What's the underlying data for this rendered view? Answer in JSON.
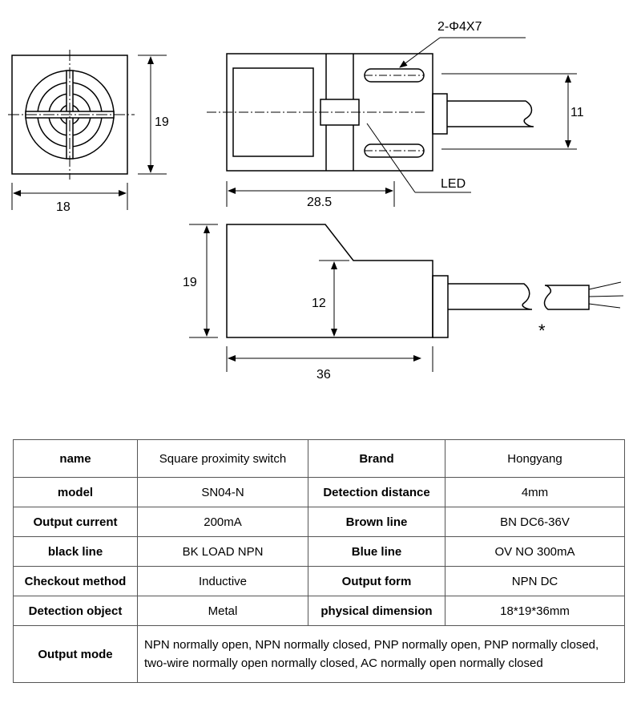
{
  "diagram": {
    "dim_hole": "2-Φ4X7",
    "dim_front_height": "19",
    "dim_front_width": "18",
    "dim_top_length": "28.5",
    "dim_cable_dia": "11",
    "led_label": "LED",
    "dim_side_height": "19",
    "dim_side_inner": "12",
    "dim_side_length": "36",
    "asterisk": "*"
  },
  "spec_table": {
    "rows": [
      {
        "k1": "name",
        "v1": "Square proximity switch",
        "k2": "Brand",
        "v2": "Hongyang"
      },
      {
        "k1": "model",
        "v1": "SN04-N",
        "k2": "Detection distance",
        "v2": "4mm"
      },
      {
        "k1": "Output current",
        "v1": "200mA",
        "k2": "Brown line",
        "v2": "BN DC6-36V"
      },
      {
        "k1": "black line",
        "v1": "BK LOAD NPN",
        "k2": "Blue line",
        "v2": "OV NO 300mA"
      },
      {
        "k1": "Checkout method",
        "v1": "Inductive",
        "k2": "Output form",
        "v2": "NPN DC"
      },
      {
        "k1": "Detection object",
        "v1": "Metal",
        "k2": "physical dimension",
        "v2": "18*19*36mm"
      }
    ],
    "output_mode_label": "Output mode",
    "output_mode_value": "NPN normally open, NPN normally closed, PNP normally open, PNP normally closed, two-wire normally open normally closed, AC normally open normally closed"
  }
}
